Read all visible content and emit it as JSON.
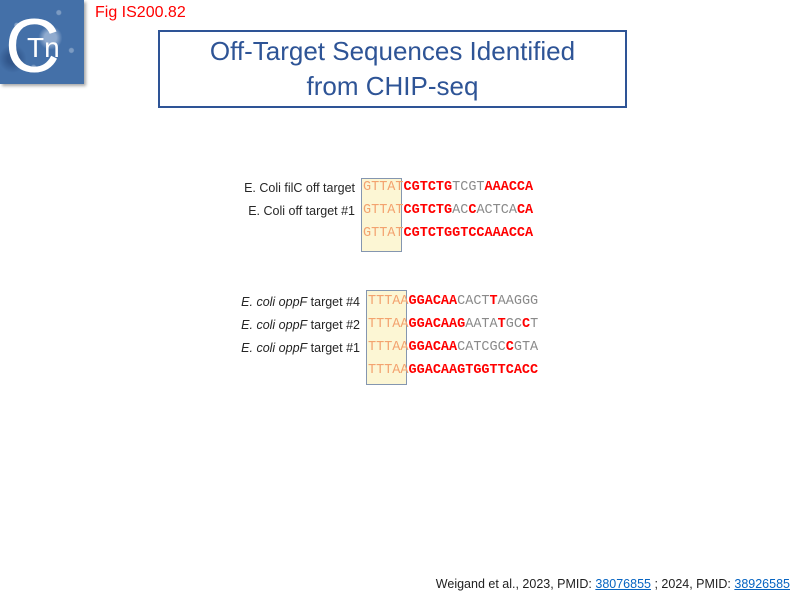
{
  "fig_label": "Fig IS200.82",
  "logo": {
    "big_letter": "C",
    "small_text": "Tn"
  },
  "title": {
    "line1": "Off-Target Sequences Identified",
    "line2": "from CHIP-seq"
  },
  "colors": {
    "title_blue": "#2e5496",
    "fig_label_red": "#ff0000",
    "match_red": "#ff0000",
    "mismatch_gray": "#8a8a8a",
    "seed_orange": "#f3a36f",
    "seed_box_fill": "#fcf6d4",
    "seed_box_border": "#8496b0",
    "link_blue": "#0563c1",
    "logo_blue": "#4470a8"
  },
  "blocks": [
    {
      "rows": [
        {
          "label_parts": [
            {
              "text": "E. Coli filC off target",
              "italic": false
            }
          ],
          "segments": [
            {
              "text": "GTTAT",
              "style": "seed"
            },
            {
              "text": "CGTCTG",
              "style": "match"
            },
            {
              "text": "TCGT",
              "style": "mismatch"
            },
            {
              "text": "AAACCA",
              "style": "match"
            }
          ]
        },
        {
          "label_parts": [
            {
              "text": "E. Coli off target #1",
              "italic": false
            }
          ],
          "segments": [
            {
              "text": "GTTAT",
              "style": "seed"
            },
            {
              "text": "CGTCTG",
              "style": "match"
            },
            {
              "text": "AC",
              "style": "mismatch"
            },
            {
              "text": "C",
              "style": "match"
            },
            {
              "text": "ACTCA",
              "style": "mismatch"
            },
            {
              "text": "CA",
              "style": "match"
            }
          ]
        },
        {
          "label_parts": [],
          "segments": [
            {
              "text": "GTTAT",
              "style": "seed"
            },
            {
              "text": "CGTCTGGTCCAAACCA",
              "style": "match"
            }
          ]
        }
      ]
    },
    {
      "rows": [
        {
          "label_parts": [
            {
              "text": "E. coli oppF",
              "italic": true
            },
            {
              "text": " target #4",
              "italic": false
            }
          ],
          "segments": [
            {
              "text": "TTTAA",
              "style": "seed"
            },
            {
              "text": "GGACAA",
              "style": "match"
            },
            {
              "text": "CACT",
              "style": "mismatch"
            },
            {
              "text": "T",
              "style": "match"
            },
            {
              "text": "AAGGG",
              "style": "mismatch"
            }
          ]
        },
        {
          "label_parts": [
            {
              "text": "E. coli oppF",
              "italic": true
            },
            {
              "text": " target #2",
              "italic": false
            }
          ],
          "segments": [
            {
              "text": "TTTAA",
              "style": "seed"
            },
            {
              "text": "GGACAAG",
              "style": "match"
            },
            {
              "text": "AATA",
              "style": "mismatch"
            },
            {
              "text": "T",
              "style": "match"
            },
            {
              "text": "GC",
              "style": "mismatch"
            },
            {
              "text": "C",
              "style": "match"
            },
            {
              "text": "T",
              "style": "mismatch"
            }
          ]
        },
        {
          "label_parts": [
            {
              "text": "E. coli oppF",
              "italic": true
            },
            {
              "text": " target #1",
              "italic": false
            }
          ],
          "segments": [
            {
              "text": "TTTAA",
              "style": "seed"
            },
            {
              "text": "GGACAA",
              "style": "match"
            },
            {
              "text": "CATCGC",
              "style": "mismatch"
            },
            {
              "text": "C",
              "style": "match"
            },
            {
              "text": "GTA",
              "style": "mismatch"
            }
          ]
        },
        {
          "label_parts": [],
          "segments": [
            {
              "text": "TTTAA",
              "style": "seed"
            },
            {
              "text": "GGACAAGTGGTTCACC",
              "style": "match"
            }
          ]
        }
      ]
    }
  ],
  "citation": {
    "prefix": "Weigand et al., 2023, PMID: ",
    "link1": "38076855",
    "separator": " ; 2024, PMID: ",
    "link2": "38926585"
  }
}
